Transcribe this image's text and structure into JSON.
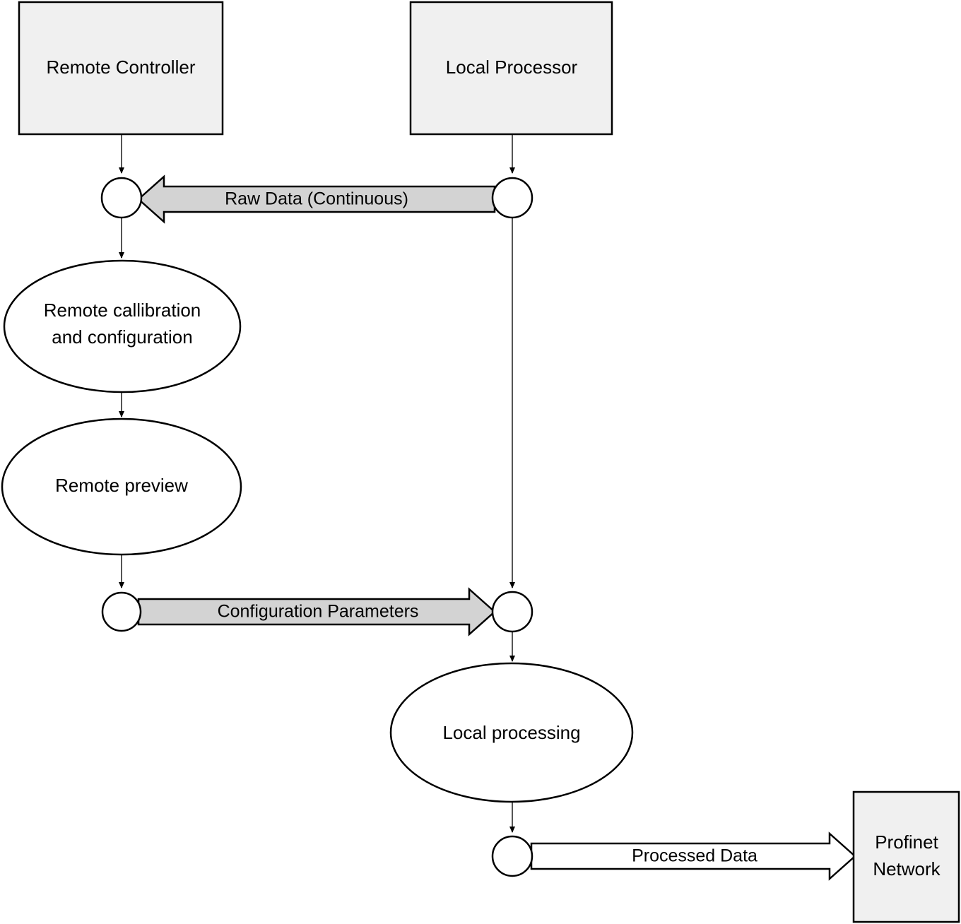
{
  "diagram": {
    "type": "flowchart",
    "title": "",
    "colors": {
      "box_fill": "#f0f0f0",
      "arrow_fill_gray": "#d3d3d3",
      "arrow_fill_white": "#ffffff",
      "stroke": "#000000",
      "connector_stroke": "#555555",
      "background": "#ffffff"
    },
    "nodes": {
      "remote_controller": {
        "label": "Remote Controller",
        "shape": "rectangle"
      },
      "local_processor": {
        "label": "Local Processor",
        "shape": "rectangle"
      },
      "remote_calibration": {
        "label_line1": "Remote callibration",
        "label_line2": "and configuration",
        "shape": "ellipse"
      },
      "remote_preview": {
        "label": "Remote preview",
        "shape": "ellipse"
      },
      "local_processing": {
        "label": "Local processing",
        "shape": "ellipse"
      },
      "profinet_network": {
        "label_line1": "Profinet",
        "label_line2": "Network",
        "shape": "rectangle"
      }
    },
    "junctions": {
      "rc_top": {
        "name": "remote-controller-junction-top"
      },
      "rc_bottom": {
        "name": "remote-controller-junction-bottom"
      },
      "lp_top": {
        "name": "local-processor-junction-top"
      },
      "lp_bottom": {
        "name": "local-processor-junction-bottom"
      },
      "out_bottom": {
        "name": "local-processing-output-junction"
      }
    },
    "flows": [
      {
        "label": "Raw Data (Continuous)",
        "direction": "left",
        "fill": "gray",
        "from": "local_processor",
        "to": "remote_controller"
      },
      {
        "label": "Configuration Parameters",
        "direction": "right",
        "fill": "gray",
        "from": "remote_preview",
        "to": "local_processor"
      },
      {
        "label": "Processed Data",
        "direction": "right",
        "fill": "white",
        "from": "local_processing",
        "to": "profinet_network"
      }
    ]
  }
}
